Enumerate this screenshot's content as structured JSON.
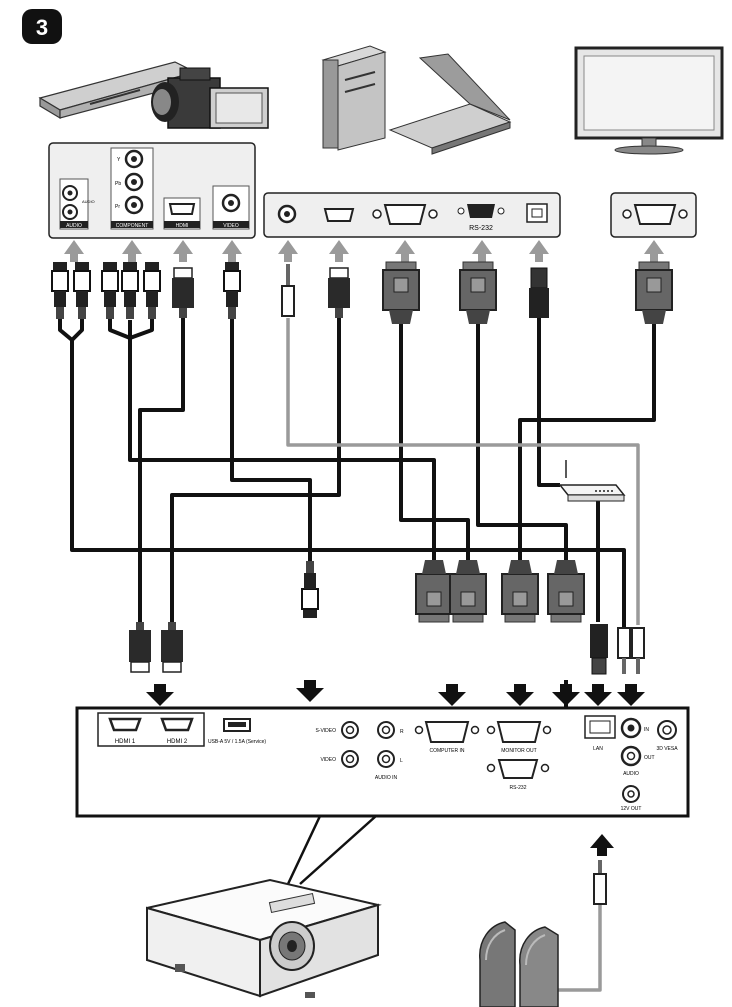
{
  "step": "3",
  "source_panel": {
    "audio": "AUDIO",
    "audio_small": "AUDIO",
    "component": "COMPONENT",
    "component_y": "Y",
    "component_pb": "Pb",
    "component_pr": "Pr",
    "hdmi": "HDMI",
    "video": "VIDEO"
  },
  "pc_panel": {
    "rs232": "RS-232"
  },
  "projector_panel": {
    "hdmi1": "HDMI 1",
    "hdmi2": "HDMI 2",
    "usb": "USB-A 5V / 1.5A (Service)",
    "svideo": "S-VIDEO",
    "video": "VIDEO",
    "audio_r": "R",
    "audio_l": "L",
    "audio_in": "AUDIO IN",
    "computer_in": "COMPUTER IN",
    "monitor_out": "MONITOR OUT",
    "rs232": "RS-232",
    "lan": "LAN",
    "in": "IN",
    "out": "OUT",
    "audio": "AUDIO",
    "vesa": "3D VESA",
    "v12_out": "12V OUT"
  },
  "colors": {
    "cable": "#111111",
    "audio_cable": "#9a9a9a",
    "arrow": "#9a9a9a",
    "down_arrow": "#111111",
    "panel_fill": "#efefef"
  }
}
